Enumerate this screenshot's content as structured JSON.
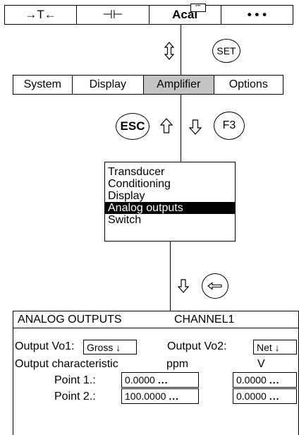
{
  "function_keys": [
    {
      "label": "→T←",
      "icon": "zero-tare-icon"
    },
    {
      "label": "⊣⊢",
      "icon": "capacitor-icon"
    },
    {
      "label": "Acal",
      "icon": "autocal-icon",
      "badge": "···"
    },
    {
      "label": "• • •",
      "icon": "more-icon"
    }
  ],
  "keys": {
    "set": "SET",
    "esc": "ESC",
    "f3": "F3"
  },
  "menu_tabs": [
    {
      "label": "System",
      "active": false
    },
    {
      "label": "Display",
      "active": false
    },
    {
      "label": "Amplifier",
      "active": true
    },
    {
      "label": "Options",
      "active": false
    }
  ],
  "submenu": {
    "items": [
      "Transducer",
      "Conditioning",
      "Display",
      "Analog outputs",
      "Switch"
    ],
    "selected": "Analog outputs"
  },
  "dialog": {
    "title": "ANALOG OUTPUTS",
    "channel": "CHANNEL1",
    "output_vo1_label": "Output Vo1:",
    "output_vo1_value": "Gross ↓",
    "output_vo2_label": "Output Vo2:",
    "output_vo2_value": "Net ↓",
    "characteristic_label": "Output characteristic",
    "col_ppm": "ppm",
    "col_v": "V",
    "points": [
      {
        "label": "Point 1.:",
        "ppm": "0.0000",
        "v": "0.0000"
      },
      {
        "label": "Point 2.:",
        "ppm": "100.0000",
        "v": "0.0000"
      }
    ],
    "ellipsis": "..."
  },
  "colors": {
    "active_tab": "#c4c4c4",
    "selected_item_bg": "#000000",
    "selected_item_fg": "#ffffff"
  }
}
